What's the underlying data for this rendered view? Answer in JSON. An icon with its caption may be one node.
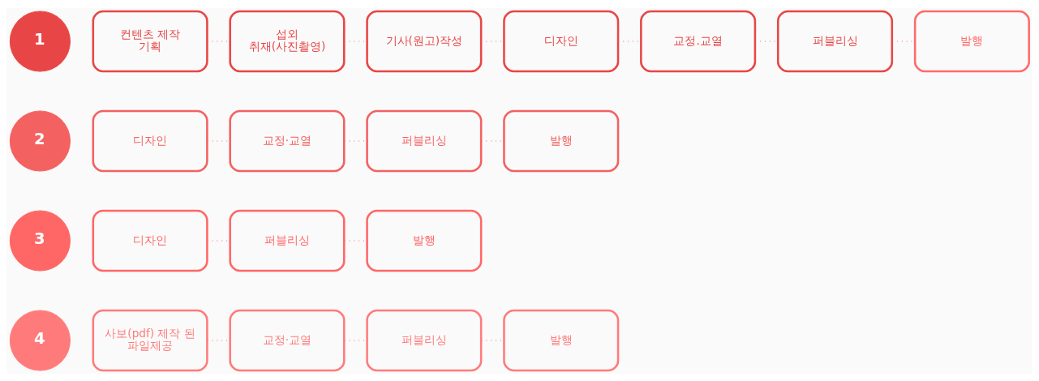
{
  "diagram": {
    "nodes": [
      {
        "text": [
          "1"
        ]
      },
      {
        "text": [
          "컨텐츠 제작 기획"
        ]
      },
      {
        "text": [
          "섭외 취재(사진촬영)"
        ]
      },
      {
        "text": [
          "기사(원고)작성"
        ]
      },
      {
        "text": [
          "디자인"
        ]
      },
      {
        "text": [
          "교정.교열"
        ]
      },
      {
        "text": [
          "퍼블리싱"
        ]
      },
      {
        "text": [
          "발행"
        ]
      },
      {
        "text": [
          "2"
        ]
      },
      {
        "text": [
          "디자인"
        ]
      },
      {
        "text": [
          "교정·교열"
        ]
      },
      {
        "text": [
          "퍼블리싱"
        ]
      },
      {
        "text": [
          "발행"
        ]
      },
      {
        "text": [
          "3"
        ]
      },
      {
        "text": [
          "디자인"
        ]
      },
      {
        "text": [
          "퍼블리싱"
        ]
      },
      {
        "text": [
          "발행"
        ]
      },
      {
        "text": [
          "4"
        ]
      },
      {
        "text": [
          "사보(pdf) 제작 된 파일제공"
        ]
      },
      {
        "text": [
          "교정·교열"
        ]
      },
      {
        "text": [
          "퍼블리싱"
        ]
      },
      {
        "text": [
          "발행"
        ]
      }
    ],
    "edges": [
      {
        "from": 1,
        "to": 2,
        "arrow": "none"
      },
      {
        "from": 2,
        "to": 3,
        "arrow": "none"
      },
      {
        "from": 3,
        "to": 4,
        "arrow": "none"
      },
      {
        "from": 4,
        "to": 5,
        "arrow": "none"
      },
      {
        "from": 5,
        "to": 6,
        "arrow": "none"
      },
      {
        "from": 6,
        "to": 7,
        "arrow": "none"
      },
      {
        "from": 9,
        "to": 10,
        "arrow": "none"
      },
      {
        "from": 10,
        "to": 11,
        "arrow": "none"
      },
      {
        "from": 11,
        "to": 12,
        "arrow": "none"
      },
      {
        "from": 14,
        "to": 15,
        "arrow": "none"
      },
      {
        "from": 15,
        "to": 16,
        "arrow": "none"
      },
      {
        "from": 18,
        "to": 19,
        "arrow": "none"
      },
      {
        "from": 19,
        "to": 20,
        "arrow": "none"
      },
      {
        "from": 20,
        "to": 21,
        "arrow": "none"
      }
    ]
  }
}
